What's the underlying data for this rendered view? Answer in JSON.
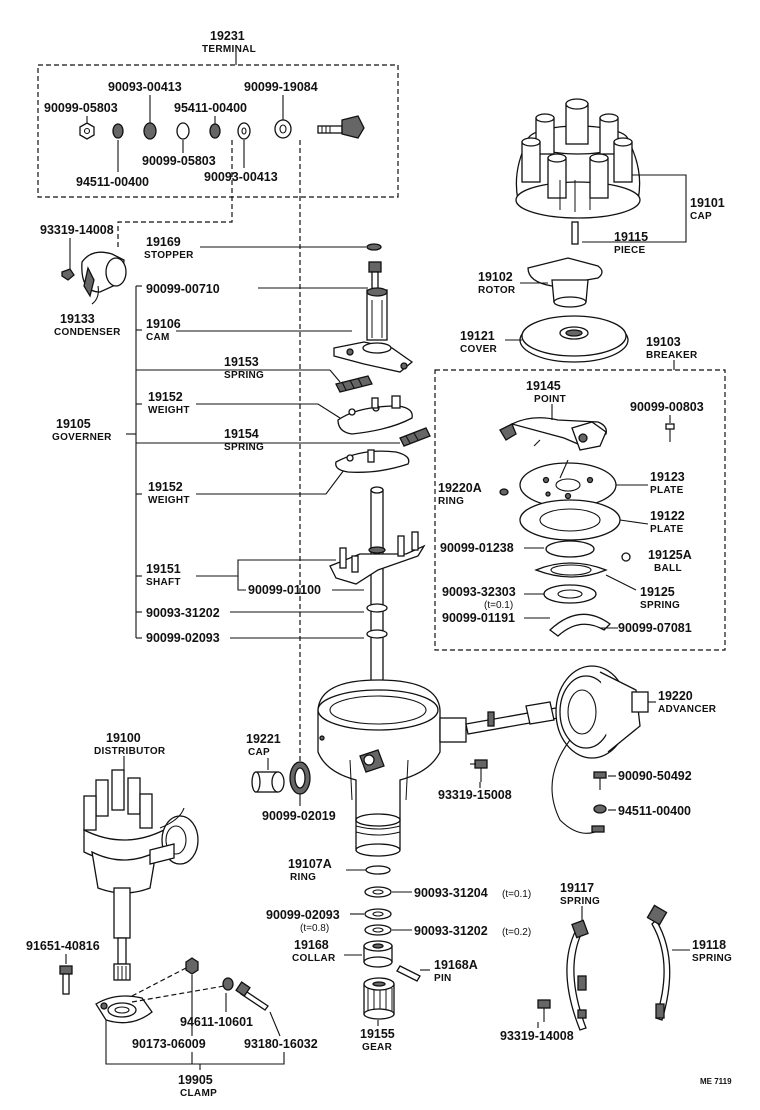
{
  "parts": {
    "terminal": {
      "num": "19231",
      "name": "TERMINAL"
    },
    "p90093_00413_a": "90093-00413",
    "p90099_19084": "90099-19084",
    "p90099_05803_a": "90099-05803",
    "p95411_00400": "95411-00400",
    "p90099_05803_b": "90099-05803",
    "p94511_00400": "94511-00400",
    "p90093_00413_b": "90093-00413",
    "p93319_14008_a": "93319-14008",
    "condenser": {
      "num": "19133",
      "name": "CONDENSER"
    },
    "cap": {
      "num": "19101",
      "name": "CAP"
    },
    "piece": {
      "num": "19115",
      "name": "PIECE"
    },
    "rotor": {
      "num": "19102",
      "name": "ROTOR"
    },
    "cover": {
      "num": "19121",
      "name": "COVER"
    },
    "breaker": {
      "num": "19103",
      "name": "BREAKER"
    },
    "stopper": {
      "num": "19169",
      "name": "STOPPER"
    },
    "p90099_00710": "90099-00710",
    "cam": {
      "num": "19106",
      "name": "CAM"
    },
    "spring_19153": {
      "num": "19153",
      "name": "SPRING"
    },
    "weight_19152_a": {
      "num": "19152",
      "name": "WEIGHT"
    },
    "governer": {
      "num": "19105",
      "name": "GOVERNER"
    },
    "spring_19154": {
      "num": "19154",
      "name": "SPRING"
    },
    "weight_19152_b": {
      "num": "19152",
      "name": "WEIGHT"
    },
    "shaft": {
      "num": "19151",
      "name": "SHAFT"
    },
    "p90099_01100": "90099-01100",
    "p90093_31202_a": "90093-31202",
    "p90099_02093_a": "90099-02093",
    "point": {
      "num": "19145",
      "name": "POINT"
    },
    "p90099_00803": "90099-00803",
    "ring_19220a": {
      "num": "19220A",
      "name": "RING"
    },
    "plate_19123": {
      "num": "19123",
      "name": "PLATE"
    },
    "plate_19122": {
      "num": "19122",
      "name": "PLATE"
    },
    "p90099_01238": "90099-01238",
    "ball": {
      "num": "19125A",
      "name": "BALL"
    },
    "p90093_32303": "90093-32303",
    "t01": "(t=0.1)",
    "spring_19125": {
      "num": "19125",
      "name": "SPRING"
    },
    "p90099_01191": "90099-01191",
    "p90099_07081": "90099-07081",
    "advancer": {
      "num": "19220",
      "name": "ADVANCER"
    },
    "distributor": {
      "num": "19100",
      "name": "DISTRIBUTOR"
    },
    "cap_19221": {
      "num": "19221",
      "name": "CAP"
    },
    "p90099_02019": "90099-02019",
    "p93319_15008": "93319-15008",
    "p90090_50492": "90090-50492",
    "p94511_00400_b": "94511-00400",
    "ring_19107a": {
      "num": "19107A",
      "name": "RING"
    },
    "p90093_31204": "90093-31204",
    "t01b": "(t=0.1)",
    "p90099_02093_b": "90099-02093",
    "t08": "(t=0.8)",
    "p90093_31202_b": "90093-31202",
    "t02": "(t=0.2)",
    "collar": {
      "num": "19168",
      "name": "COLLAR"
    },
    "pin": {
      "num": "19168A",
      "name": "PIN"
    },
    "gear": {
      "num": "19155",
      "name": "GEAR"
    },
    "spring_19117": {
      "num": "19117",
      "name": "SPRING"
    },
    "spring_19118": {
      "num": "19118",
      "name": "SPRING"
    },
    "p93319_14008_b": "93319-14008",
    "p91651_40816": "91651-40816",
    "p94611_10601": "94611-10601",
    "p90173_06009": "90173-06009",
    "p93180_16032": "93180-16032",
    "clamp": {
      "num": "19905",
      "name": "CLAMP"
    }
  },
  "footer": {
    "code": "ME 7119"
  }
}
